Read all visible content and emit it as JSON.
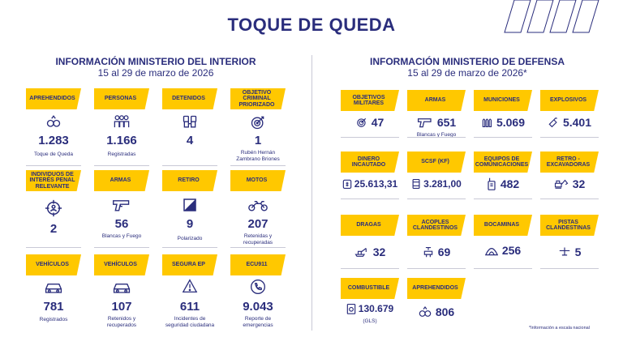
{
  "title": "TOQUE DE QUEDA",
  "interior": {
    "heading": "INFORMACIÓN MINISTERIO DEL INTERIOR",
    "date": "15 al 29 de marzo de 2026",
    "cards": [
      {
        "label": "APREHENDIDOS",
        "value": "1.283",
        "sub": "Toque de Queda",
        "icon": "handcuffs-icon"
      },
      {
        "label": "PERSONAS",
        "value": "1.166",
        "sub": "Registradas",
        "icon": "people-icon"
      },
      {
        "label": "DETENIDOS",
        "value": "4",
        "sub": "",
        "icon": "detained-hands-icon"
      },
      {
        "label": "OBJETIVO CRIMINAL PRIORIZADO",
        "value": "1",
        "sub": "Rubén Hernán Zambrano Briones",
        "icon": "target-icon"
      },
      {
        "label": "INDIVIDUOS DE INTERÉS PENAL RELEVANTE",
        "value": "2",
        "sub": "",
        "icon": "crosshair-person-icon"
      },
      {
        "label": "ARMAS",
        "value": "56",
        "sub": "Blancas y Fuego",
        "icon": "gun-icon"
      },
      {
        "label": "RETIRO",
        "value": "9",
        "sub": "Polarizado",
        "icon": "tint-icon"
      },
      {
        "label": "MOTOS",
        "value": "207",
        "sub": "Retenidas y recuperadas",
        "icon": "motorcycle-icon"
      },
      {
        "label": "VEHÍCULOS",
        "value": "781",
        "sub": "Registrados",
        "icon": "car-icon"
      },
      {
        "label": "VEHÍCULOS",
        "value": "107",
        "sub": "Retenidos y recuperados",
        "icon": "car-icon"
      },
      {
        "label": "SEGURA EP",
        "value": "611",
        "sub": "Incidentes de seguridad ciudadana",
        "icon": "warning-icon"
      },
      {
        "label": "ECU911",
        "value": "9.043",
        "sub": "Reporte de emergencias",
        "icon": "phone-icon"
      }
    ]
  },
  "defensa": {
    "heading": "INFORMACIÓN MINISTERIO DE DEFENSA",
    "date": "15 al 29 de marzo de 2026*",
    "cards": [
      {
        "label": "OBJETIVOS MILITARES",
        "value": "47",
        "sub": "",
        "icon": "target-icon"
      },
      {
        "label": "ARMAS",
        "value": "651",
        "sub": "Blancas y Fuego",
        "icon": "gun-icon"
      },
      {
        "label": "MUNICIONES",
        "value": "5.069",
        "sub": "",
        "icon": "bullets-icon"
      },
      {
        "label": "EXPLOSIVOS",
        "value": "5.401",
        "sub": "",
        "icon": "explosive-icon"
      },
      {
        "label": "DINERO INCAUTADO",
        "value": "25.613,31",
        "sub": "",
        "icon": "money-icon"
      },
      {
        "label": "SCSF (KF)",
        "value": "3.281,00",
        "sub": "",
        "icon": "barrel-icon"
      },
      {
        "label": "EQUIPOS DE COMUNICACIONES",
        "value": "482",
        "sub": "",
        "icon": "radio-icon"
      },
      {
        "label": "RETRO - EXCAVADORAS",
        "value": "32",
        "sub": "",
        "icon": "excavator-icon"
      },
      {
        "label": "DRAGAS",
        "value": "32",
        "sub": "",
        "icon": "dredge-icon"
      },
      {
        "label": "ACOPLES CLANDESTINOS",
        "value": "69",
        "sub": "",
        "icon": "valve-icon"
      },
      {
        "label": "BOCAMINAS",
        "value": "256",
        "sub": "",
        "icon": "mine-icon"
      },
      {
        "label": "PISTAS CLANDESTINAS",
        "value": "5",
        "sub": "",
        "icon": "plane-icon"
      },
      {
        "label": "COMBUSTIBLE",
        "value": "130.679",
        "sub": "(GLS)",
        "icon": "fuel-icon"
      },
      {
        "label": "APREHENDIDOS",
        "value": "806",
        "sub": "",
        "icon": "handcuffs-icon"
      }
    ]
  },
  "footnote": "*Información a escala nacional",
  "colors": {
    "navy": "#2a2d7c",
    "yellow": "#ffc800",
    "divider": "#c9c9d6"
  }
}
